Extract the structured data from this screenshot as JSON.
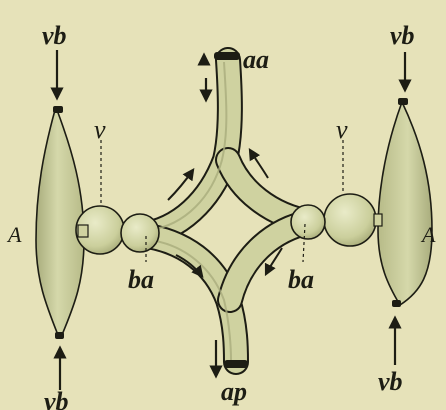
{
  "labels": {
    "vb_top_left": "vb",
    "vb_top_right": "vb",
    "vb_bottom_left": "vb",
    "vb_bottom_right": "vb",
    "aa": "aa",
    "ap": "ap",
    "v_left": "v",
    "v_right": "v",
    "ba_left": "ba",
    "ba_right": "ba",
    "a_left": "A",
    "a_right": "A"
  },
  "colors": {
    "background": "#e6e2b9",
    "ink": "#1d1d14",
    "vessel_fill": "#cfd2a0",
    "vessel_shade": "#a9ad7d"
  }
}
